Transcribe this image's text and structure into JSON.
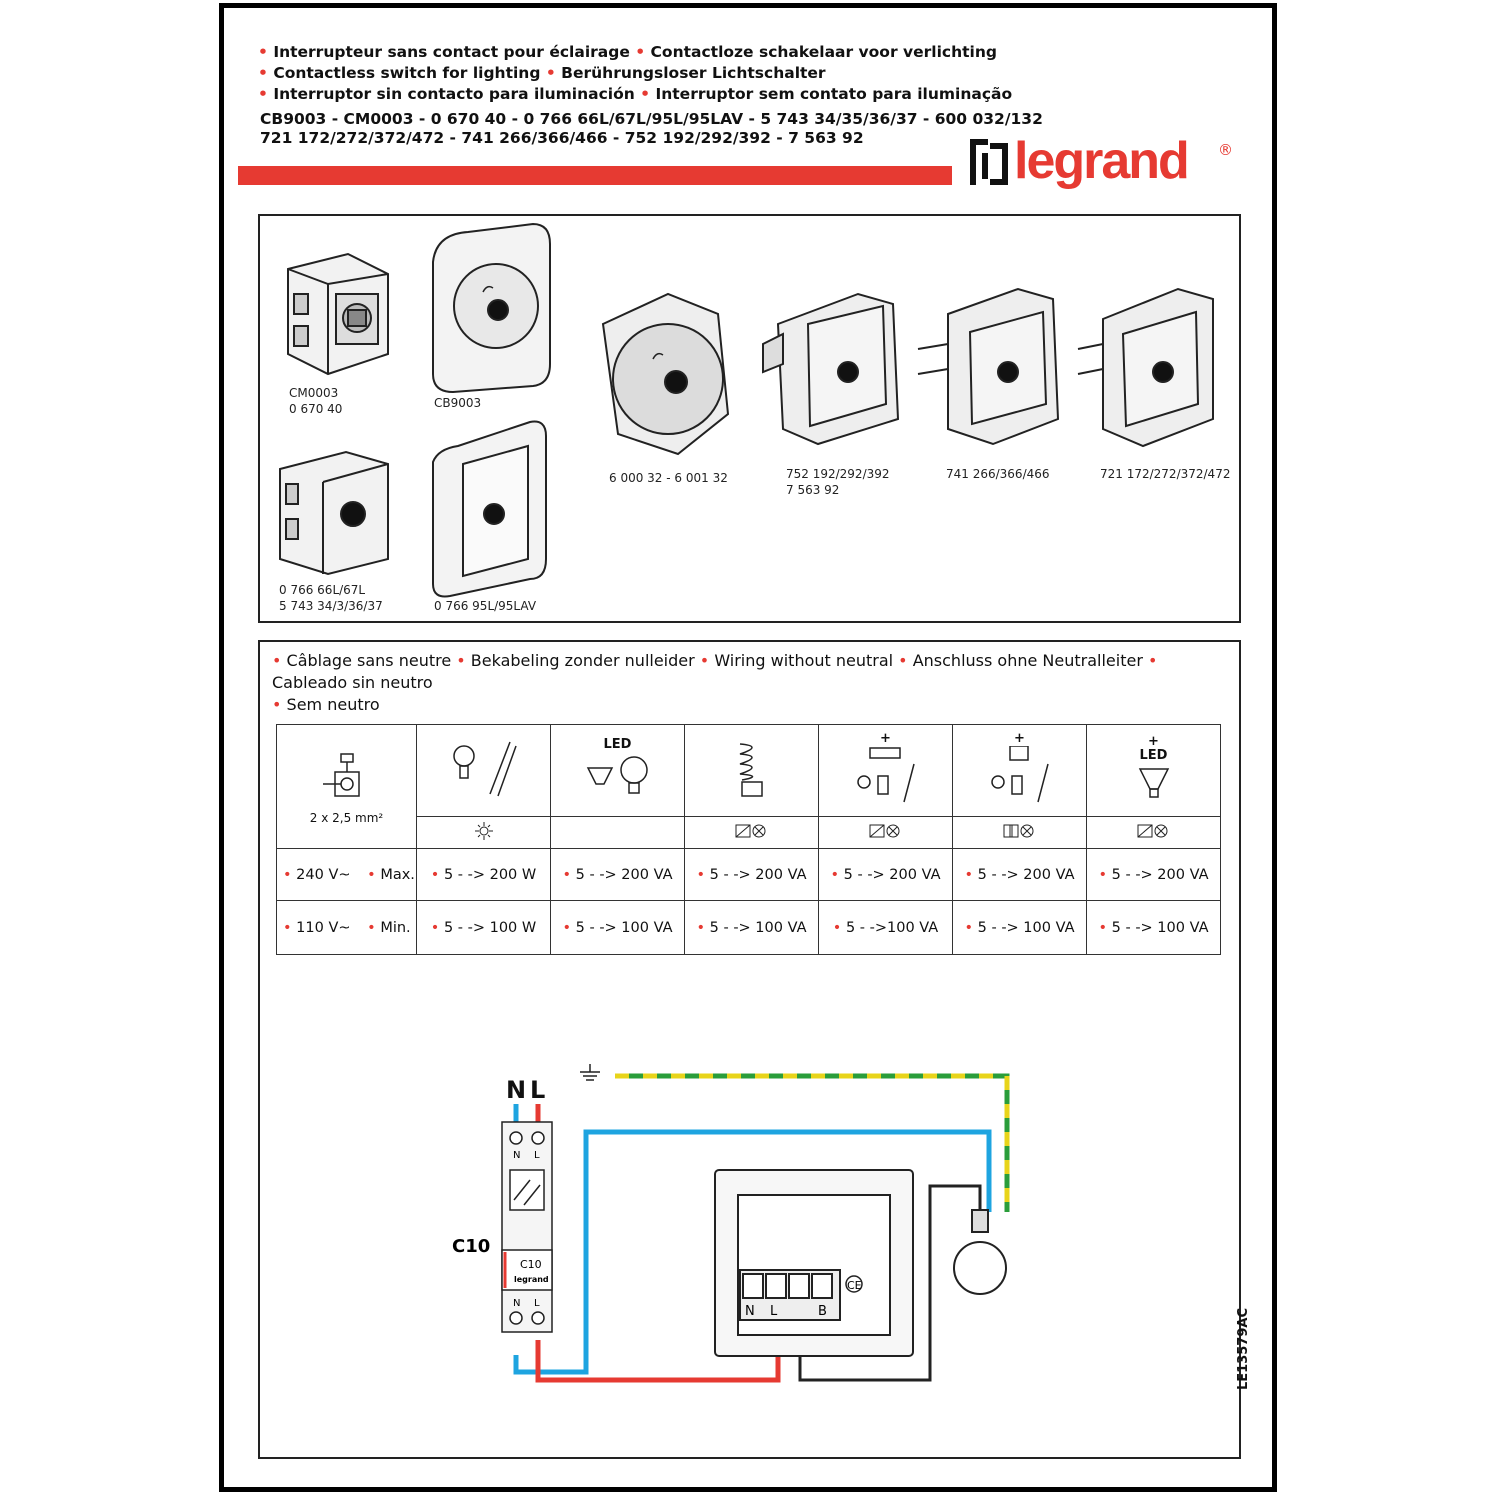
{
  "header": {
    "lines": [
      [
        "Interrupteur sans contact pour éclairage",
        "Contactloze schakelaar voor verlichting"
      ],
      [
        "Contactless switch for lighting",
        "Berührungsloser Lichtschalter"
      ],
      [
        "Interruptor sin contacto para iluminación",
        "Interruptor sem contato para iluminação"
      ]
    ],
    "codes_line1": "CB9003 - CM0003 - 0 670 40 - 0 766 66L/67L/95L/95LAV - 5 743 34/35/36/37 - 600 032/132",
    "codes_line2": "721 172/272/372/472 - 741 266/366/466 - 752 192/292/392 - 7 563 92"
  },
  "brand": {
    "name": "legrand",
    "reg": "®",
    "color": "#e63a32"
  },
  "products": {
    "p1_line1": "CM0003",
    "p1_line2": "0 670 40",
    "p2": "CB9003",
    "p3": "6 000 32 - 6 001 32",
    "p4_line1": "752 192/292/392",
    "p4_line2": "7 563 92",
    "p5": "741 266/366/466",
    "p6": "721 172/272/372/472",
    "p7_line1": "0 766 66L/67L",
    "p7_line2": "5 743 34/3/36/37",
    "p8": "0 766 95L/95LAV"
  },
  "wiring": {
    "title_items": [
      "Câblage sans neutre",
      "Bekabeling zonder nulleider",
      "Wiring without neutral",
      "Anschluss ohne Neutralleiter",
      "Cableado sin neutro",
      "Sem neutro"
    ]
  },
  "table": {
    "cable": "2 x 2,5 mm²",
    "led_label": "LED",
    "plus": "+",
    "voltage_max": "240 V~",
    "voltage_min": "110 V~",
    "max_label": "Max.",
    "min_label": "Min.",
    "max_values": [
      "5 - -> 200 W",
      "5 - -> 200 VA",
      "5 - -> 200 VA",
      "5 - -> 200 VA",
      "5 - -> 200 VA",
      "5 - -> 200 VA"
    ],
    "min_values": [
      "5 - -> 100 W",
      "5 - -> 100 VA",
      "5 - -> 100 VA",
      "5 - ->100 VA",
      "5 - -> 100 VA",
      "5 - -> 100 VA"
    ]
  },
  "diagram": {
    "N": "N",
    "L": "L",
    "breaker": "C10",
    "breaker_small": "C10",
    "breaker_brand": "legrand",
    "module_terminals": [
      "N",
      "L",
      "B"
    ],
    "ce": "CE"
  },
  "doc_ref": "LE13579AC"
}
